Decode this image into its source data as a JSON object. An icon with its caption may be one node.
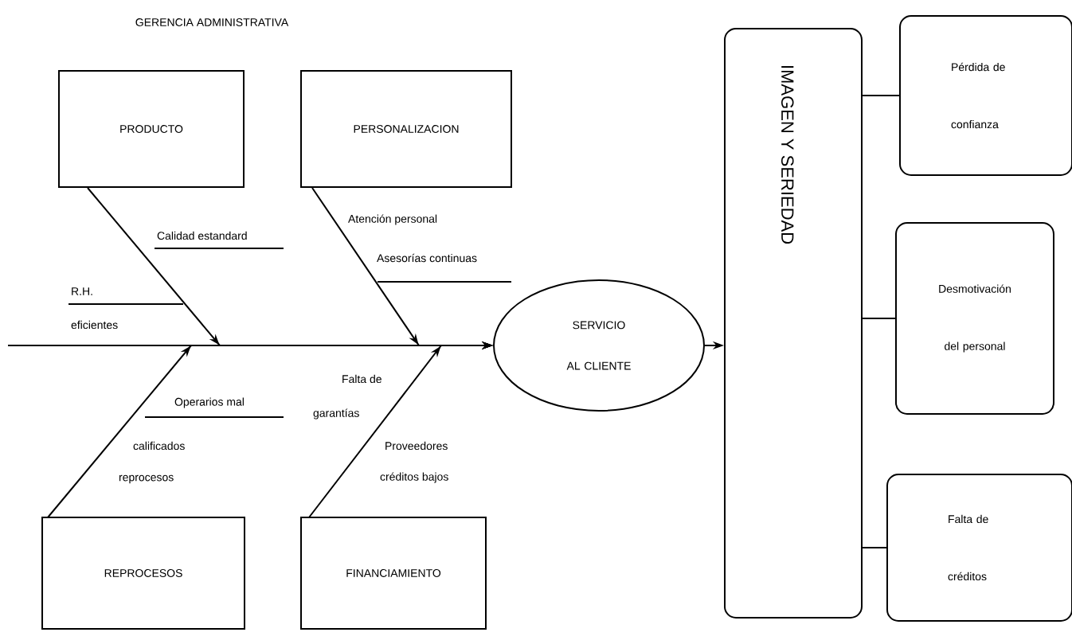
{
  "diagram": {
    "title": "GERENCIA ADMINISTRATIVA",
    "nodes": [
      {
        "text": [
          "PRODUCTO"
        ]
      },
      {
        "text": [
          "PERSONALIZACION"
        ]
      },
      {
        "text": [
          "REPROCESOS"
        ]
      },
      {
        "text": [
          "FINANCIAMIENTO"
        ]
      },
      {
        "text": [
          "SERVICIO AL CLIENTE"
        ]
      },
      {
        "text": [
          "IMAGEN Y SERIEDAD"
        ]
      },
      {
        "text": [
          "Pérdida de confianza"
        ]
      },
      {
        "text": [
          "Desmotivación del personal"
        ]
      },
      {
        "text": [
          "Falta de créditos"
        ]
      }
    ],
    "edges": [
      {
        "from": 0,
        "to": 4,
        "arrow": "to"
      },
      {
        "from": 1,
        "to": 4,
        "arrow": "to"
      },
      {
        "from": 2,
        "to": 4,
        "arrow": "to"
      },
      {
        "from": 3,
        "to": 4,
        "arrow": "to"
      },
      {
        "from": null,
        "to": 4,
        "arrow": "to"
      },
      {
        "from": 4,
        "to": 5,
        "arrow": "to"
      },
      {
        "from": 5,
        "to": 6,
        "arrow": "none"
      },
      {
        "from": 5,
        "to": 7,
        "arrow": "none"
      },
      {
        "from": 5,
        "to": 8,
        "arrow": "none"
      }
    ],
    "labels": [
      "Calidad estandard",
      "R.H.",
      "eficientes",
      "Atención personal",
      "Asesorías continuas",
      "Operarios mal",
      "calificados",
      "reprocesos",
      "Falta de",
      "garantías",
      "Proveedores",
      "créditos bajos"
    ]
  }
}
